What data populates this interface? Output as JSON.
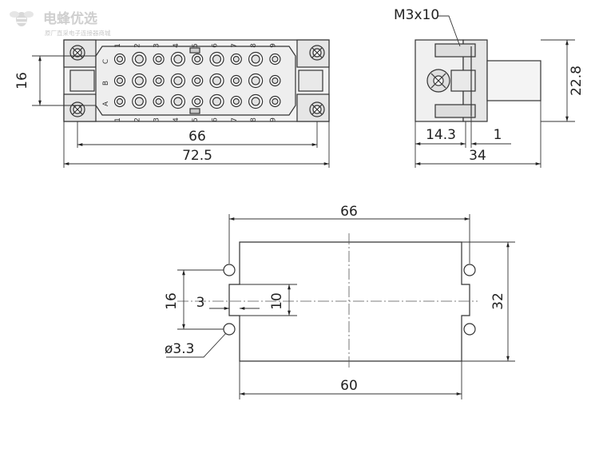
{
  "watermark": {
    "name": "电蜂优选",
    "tagline": "原厂直采电子连接器商城"
  },
  "front_view": {
    "pin_numbers_top": [
      "1",
      "2",
      "3",
      "4",
      "5",
      "6",
      "7",
      "8",
      "9"
    ],
    "pin_numbers_bottom": [
      "1",
      "2",
      "3",
      "4",
      "5",
      "6",
      "7",
      "8",
      "9"
    ],
    "row_labels": [
      "C",
      "B",
      "A"
    ],
    "dims": {
      "height": "16",
      "inner_width": "66",
      "outer_width": "72.5"
    }
  },
  "side_view": {
    "screw_label": "M3x10",
    "dims": {
      "height": "22.8",
      "depth_a": "14.3",
      "depth_b": "1",
      "total_depth": "34"
    }
  },
  "cutout_view": {
    "dims": {
      "top_width": "66",
      "height": "32",
      "left_height": "16",
      "offset": "3",
      "inner": "10",
      "hole_dia": "ø3.3",
      "bottom_width": "60"
    }
  }
}
